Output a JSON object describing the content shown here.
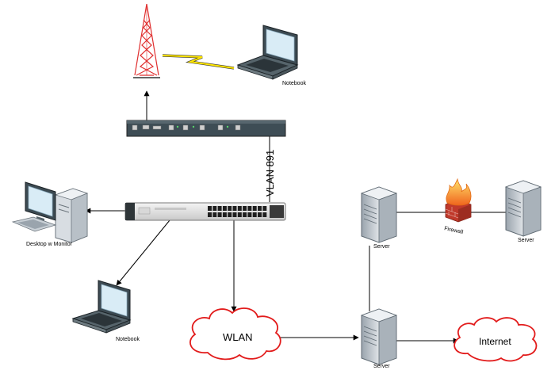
{
  "labels": {
    "notebook_top": "Notebook",
    "vlan": "VLAN 891",
    "desktop": "Desktop w Monitor",
    "notebook_bottom": "Notebook",
    "wlan": "WLAN",
    "server_top_left": "Server",
    "firewall": "Firewall",
    "server_top_right": "Server",
    "server_bottom": "Server",
    "internet": "Internet"
  },
  "colors": {
    "tower": "#e03030",
    "wireless_bolt": "#ffe600",
    "cloud_stroke": "#e21b1b",
    "device_body": "#3e4d55",
    "server_body": "#c8ced4",
    "firewall_flame": "#f29a1a",
    "firewall_brick": "#c0392b",
    "connector": "#000000"
  },
  "icons": [
    "radio-tower-icon",
    "notebook-icon",
    "router-icon",
    "switch-icon",
    "desktop-icon",
    "server-icon",
    "firewall-icon",
    "cloud-icon"
  ]
}
